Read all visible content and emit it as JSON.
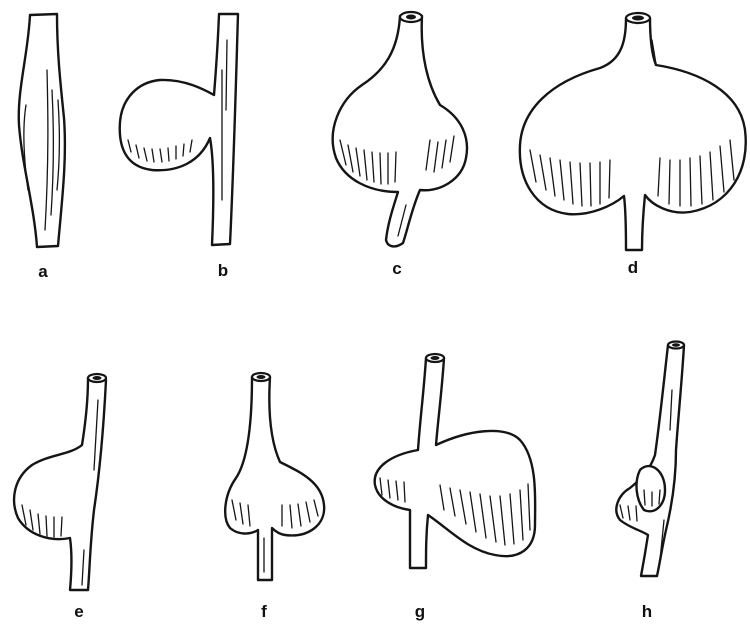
{
  "panels": [
    {
      "id": "a",
      "label": "a",
      "shape": "fusiform-aneurysm"
    },
    {
      "id": "b",
      "label": "b",
      "shape": "saccular-aneurysm"
    },
    {
      "id": "c",
      "label": "c",
      "shape": "aneurysm"
    },
    {
      "id": "d",
      "label": "d",
      "shape": "aneurysm"
    },
    {
      "id": "e",
      "label": "e",
      "shape": "aneurysm"
    },
    {
      "id": "f",
      "label": "f",
      "shape": "aneurysm"
    },
    {
      "id": "g",
      "label": "g",
      "shape": "aneurysm"
    },
    {
      "id": "h",
      "label": "h",
      "shape": "dissecting-aneurysm"
    }
  ]
}
